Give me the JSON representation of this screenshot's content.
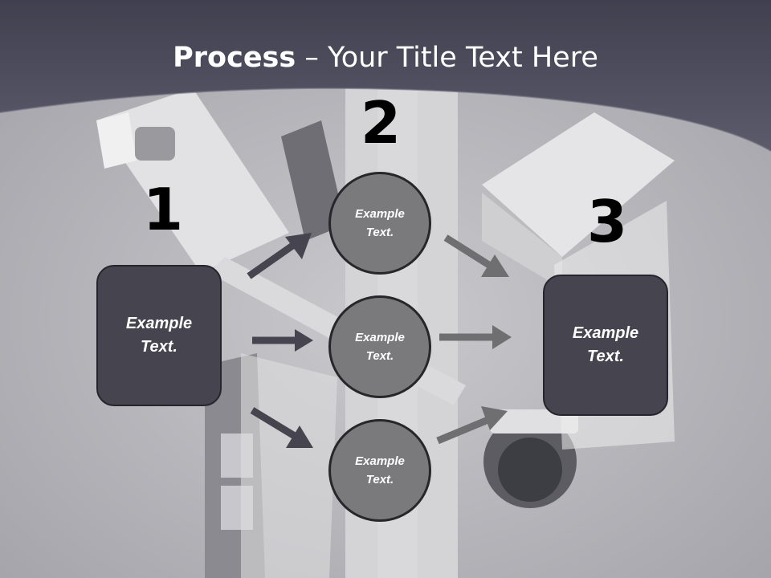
{
  "title": {
    "bold": "Process",
    "rest": " – Your Title Text Here"
  },
  "steps": [
    {
      "number": "1"
    },
    {
      "number": "2"
    },
    {
      "number": "3"
    }
  ],
  "boxes": [
    {
      "text": "Example\nText."
    },
    {
      "text": "Example\nText."
    }
  ],
  "circles": [
    {
      "text": "Example\nText."
    },
    {
      "text": "Example\nText."
    },
    {
      "text": "Example\nText."
    }
  ],
  "colors": {
    "header": "#4a4958",
    "box": "#45444f",
    "circle": "#7a7a7c",
    "dark_arrow": "#45444f",
    "light_arrow": "#6f6f72"
  }
}
